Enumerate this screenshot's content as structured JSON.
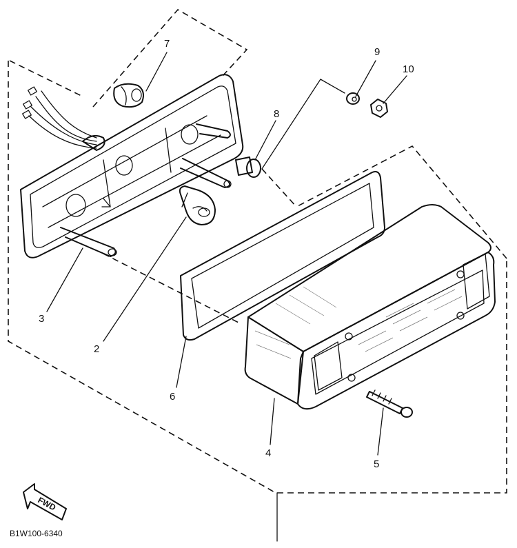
{
  "diagram": {
    "part_code": "B1W100-6340",
    "direction_label": "FWD",
    "callouts": [
      {
        "id": "c1",
        "label": "7"
      },
      {
        "id": "c2",
        "label": "9"
      },
      {
        "id": "c3",
        "label": "10"
      },
      {
        "id": "c4",
        "label": "8"
      },
      {
        "id": "c5",
        "label": "3"
      },
      {
        "id": "c6",
        "label": "2"
      },
      {
        "id": "c7",
        "label": "6"
      },
      {
        "id": "c8",
        "label": "4"
      },
      {
        "id": "c9",
        "label": "5"
      }
    ]
  }
}
